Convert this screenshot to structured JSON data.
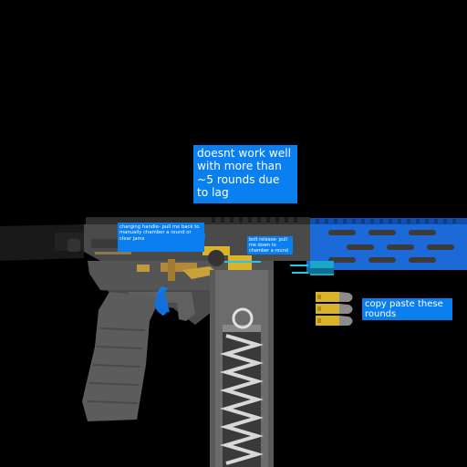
{
  "notes": {
    "lag": "doesnt work well with more than ~5 rounds due to lag",
    "copy_paste": "copy paste these rounds",
    "charging_handle": "charging handle- pull me back to manually chamber a round or clear jams",
    "bolt_release": "bolt release- pull me down to chamber a round"
  },
  "colors": {
    "background": "#000000",
    "note_blue": "#0a7ff0",
    "receiver": "#4a4a4a",
    "rail_blue": "#1c6ad8",
    "brass": "#d9b32a",
    "bullet_tip": "#8c8c8c",
    "spring": "#d8d8d8",
    "magazine": "#5a5a5a"
  },
  "icons": {
    "charging_handle_knob": "blue-circle-handle",
    "bolt_catch": "ring-icon"
  },
  "ammo": {
    "spare_rounds": 3
  }
}
